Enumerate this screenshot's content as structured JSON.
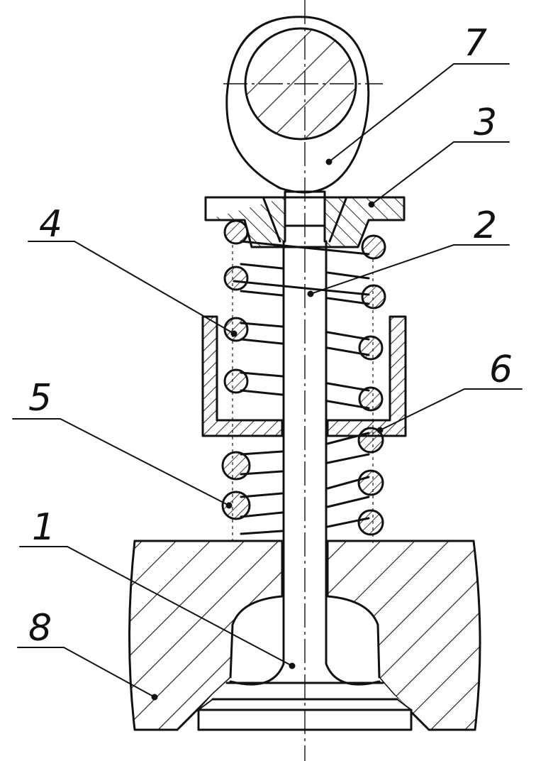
{
  "labels": {
    "1": "1",
    "2": "2",
    "3": "3",
    "4": "4",
    "5": "5",
    "6": "6",
    "7": "7",
    "8": "8"
  },
  "colors": {
    "ink": "#111111",
    "paper": "#ffffff"
  }
}
